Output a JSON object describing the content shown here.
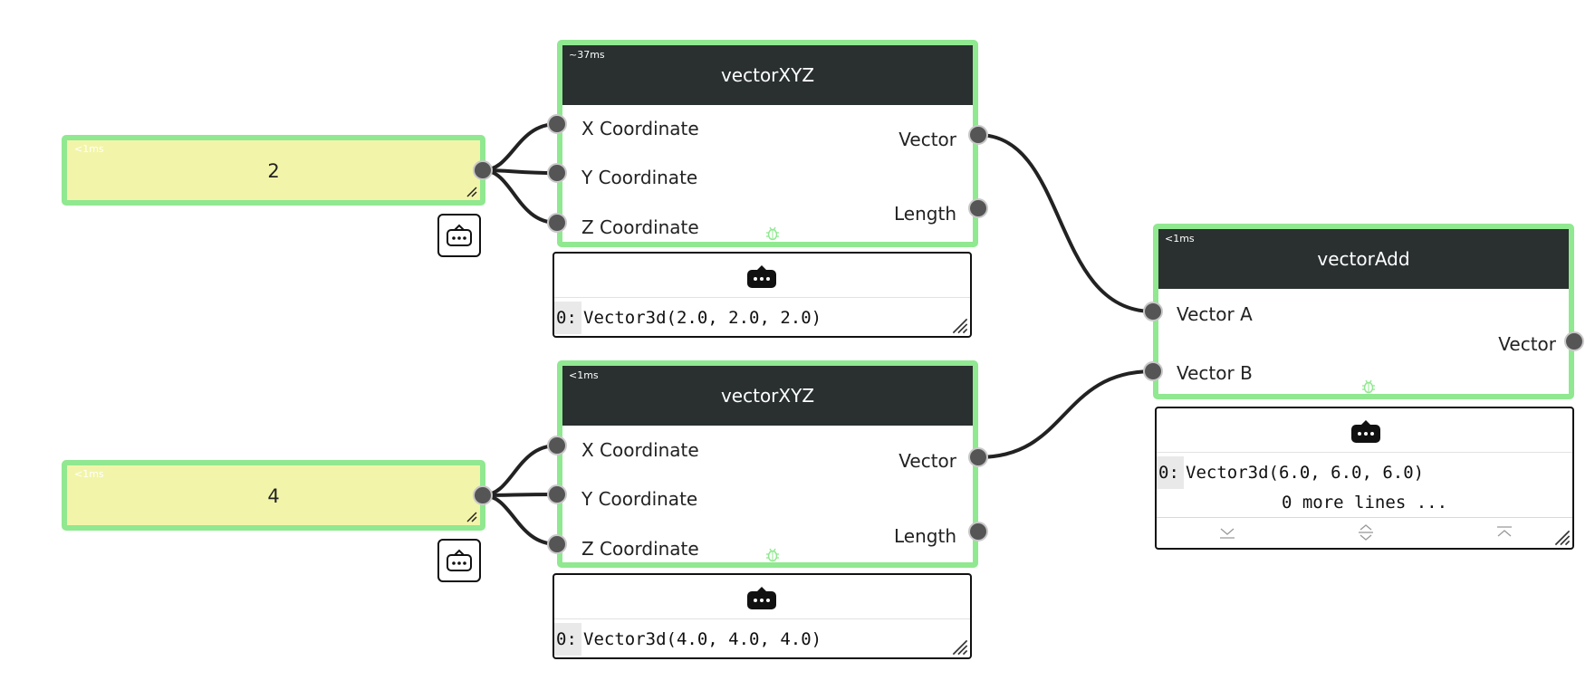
{
  "number_nodes": [
    {
      "timing": "<1ms",
      "value": "2"
    },
    {
      "timing": "<1ms",
      "value": "4"
    }
  ],
  "vector_xyz_nodes": [
    {
      "timing": "~37ms",
      "title": "vectorXYZ",
      "inputs": [
        "X Coordinate",
        "Y Coordinate",
        "Z Coordinate"
      ],
      "outputs": [
        "Vector",
        "Length"
      ],
      "output_panel": {
        "lines": [
          {
            "index": "0:",
            "text": "Vector3d(2.0, 2.0, 2.0)"
          }
        ]
      }
    },
    {
      "timing": "<1ms",
      "title": "vectorXYZ",
      "inputs": [
        "X Coordinate",
        "Y Coordinate",
        "Z Coordinate"
      ],
      "outputs": [
        "Vector",
        "Length"
      ],
      "output_panel": {
        "lines": [
          {
            "index": "0:",
            "text": "Vector3d(4.0, 4.0, 4.0)"
          }
        ]
      }
    }
  ],
  "vector_add_node": {
    "timing": "<1ms",
    "title": "vectorAdd",
    "inputs": [
      "Vector A",
      "Vector B"
    ],
    "outputs": [
      "Vector"
    ],
    "output_panel": {
      "lines": [
        {
          "index": "0:",
          "text": "Vector3d(6.0, 6.0, 6.0)"
        }
      ],
      "more_lines": "0 more lines ..."
    }
  },
  "colors": {
    "node_border": "#90e890",
    "number_node_bg": "#f2f5a9",
    "header_bg": "#2a3030",
    "wire": "#222222",
    "port": "#555555"
  },
  "icons": [
    "bot-icon",
    "bug-icon",
    "resize-grip-icon",
    "scroll-bottom-icon",
    "expand-collapse-icon",
    "scroll-top-icon"
  ]
}
